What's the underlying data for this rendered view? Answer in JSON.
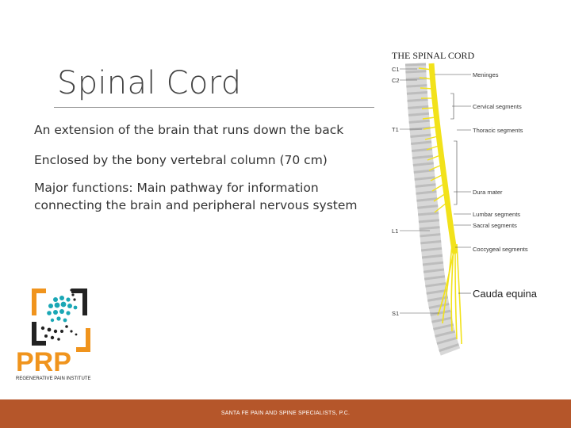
{
  "slide": {
    "title": "Spinal Cord",
    "bullets": [
      "An extension of the brain that runs down the back",
      "Enclosed by the bony vertebral column (70 cm)",
      "Major functions: Main pathway for information connecting the brain and peripheral nervous system"
    ],
    "footer": "SANTA FE PAIN AND SPINE SPECIALISTS, P.C."
  },
  "logo": {
    "letters": "PRP",
    "tagline": "REGENERATIVE PAIN INSTITUTE"
  },
  "figure": {
    "title": "THE SPINAL CORD",
    "labels": {
      "meninges": "Meninges",
      "cervical": "Cervical segments",
      "thoracic": "Thoracic segments",
      "dura": "Dura mater",
      "lumbar": "Lumbar segments",
      "sacral": "Sacral segments",
      "coccygeal": "Coccygeal segments",
      "cauda": "Cauda equina"
    },
    "left_markers": [
      "C1",
      "C2",
      "T1",
      "L1",
      "S1"
    ]
  },
  "colors": {
    "footer_bar": "#b5562a",
    "cord_yellow": "#f2e21a",
    "logo_orange": "#f0941d",
    "logo_teal": "#1aa7b5"
  }
}
